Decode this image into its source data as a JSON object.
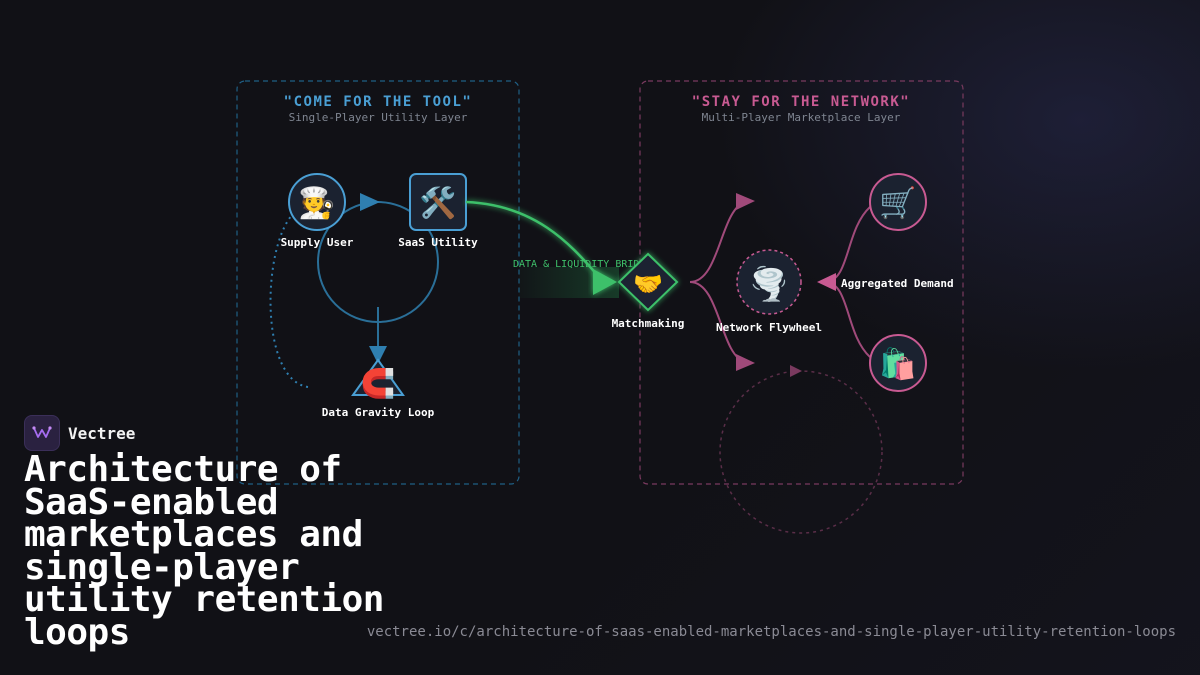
{
  "brand": {
    "name": "Vectree"
  },
  "title": "Architecture of SaaS-enabled marketplaces and single-player utility retention loops",
  "url": "vectree.io/c/architecture-of-saas-enabled-marketplaces-and-single-player-utility-retention-loops",
  "colors": {
    "tool": "#4a9fd4",
    "network": "#c85a92",
    "bridge": "#3ec06a",
    "background": "#111116"
  },
  "diagram": {
    "left_panel": {
      "heading": "\"COME FOR THE TOOL\"",
      "subheading": "Single-Player Utility Layer",
      "nodes": {
        "supply_user": {
          "label": "Supply User",
          "icon": "chef-icon",
          "emoji": "🧑‍🍳"
        },
        "saas_utility": {
          "label": "SaaS Utility",
          "icon": "tools-icon",
          "emoji": "🛠️"
        },
        "data_gravity": {
          "label": "Data Gravity Loop",
          "icon": "magnet-icon",
          "emoji": "🧲"
        }
      }
    },
    "bridge": {
      "label": "DATA & LIQUIDITY BRIDGE"
    },
    "matchmaking": {
      "label": "Matchmaking",
      "icon": "handshake-icon",
      "emoji": "🤝"
    },
    "right_panel": {
      "heading": "\"STAY FOR THE NETWORK\"",
      "subheading": "Multi-Player Marketplace Layer",
      "nodes": {
        "flywheel": {
          "label": "Network Flywheel",
          "icon": "tornado-icon",
          "emoji": "🌪️"
        },
        "demand": {
          "label": "Aggregated Demand"
        },
        "cart": {
          "icon": "shopping-cart-icon",
          "emoji": "🛒"
        },
        "bags": {
          "icon": "shopping-bags-icon",
          "emoji": "🛍️"
        }
      }
    }
  }
}
